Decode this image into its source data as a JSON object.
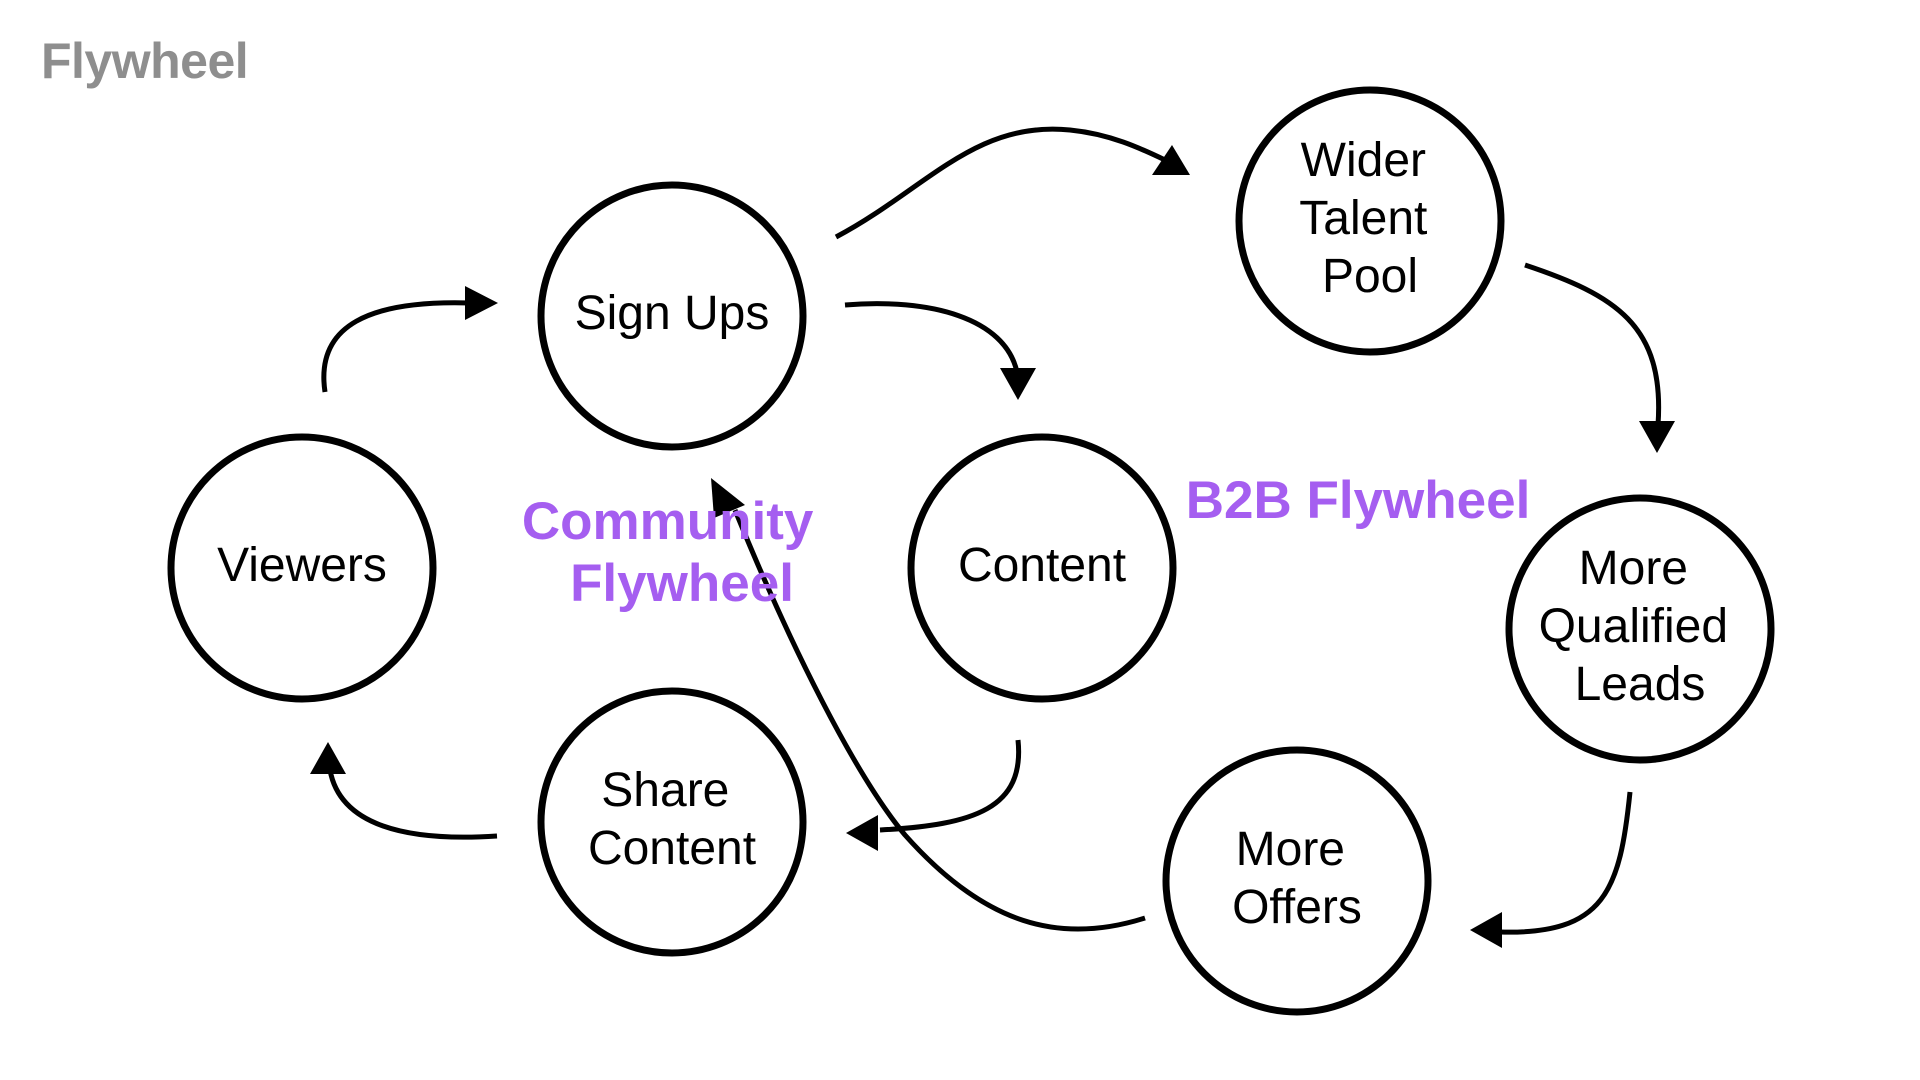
{
  "title": "Flywheel",
  "accent_color": "#a55ef0",
  "loops": {
    "community": [
      "Community",
      "Flywheel"
    ],
    "b2b": [
      "B2B Flywheel"
    ]
  },
  "nodes": {
    "sign_ups": [
      "Sign Ups"
    ],
    "viewers": [
      "Viewers"
    ],
    "content": [
      "Content"
    ],
    "share_content": [
      "Share",
      "Content"
    ],
    "wider_talent_pool": [
      "Wider",
      "Talent",
      "Pool"
    ],
    "more_qualified_leads": [
      "More",
      "Qualified",
      "Leads"
    ],
    "more_offers": [
      "More",
      "Offers"
    ]
  },
  "edges": [
    {
      "from": "Viewers",
      "to": "Sign Ups"
    },
    {
      "from": "Sign Ups",
      "to": "Content"
    },
    {
      "from": "Content",
      "to": "Share Content"
    },
    {
      "from": "Share Content",
      "to": "Viewers"
    },
    {
      "from": "Sign Ups",
      "to": "Wider Talent Pool"
    },
    {
      "from": "Wider Talent Pool",
      "to": "More Qualified Leads"
    },
    {
      "from": "More Qualified Leads",
      "to": "More Offers"
    },
    {
      "from": "More Offers",
      "to": "Sign Ups"
    }
  ]
}
